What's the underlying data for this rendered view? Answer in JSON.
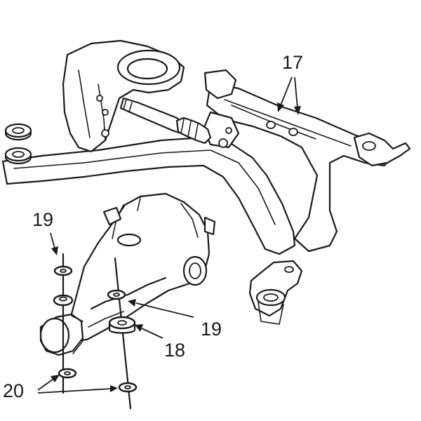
{
  "diagram": {
    "callouts": {
      "c17": "17",
      "c19_upper": "19",
      "c19_lower": "19",
      "c18": "18",
      "c20": "20"
    }
  }
}
